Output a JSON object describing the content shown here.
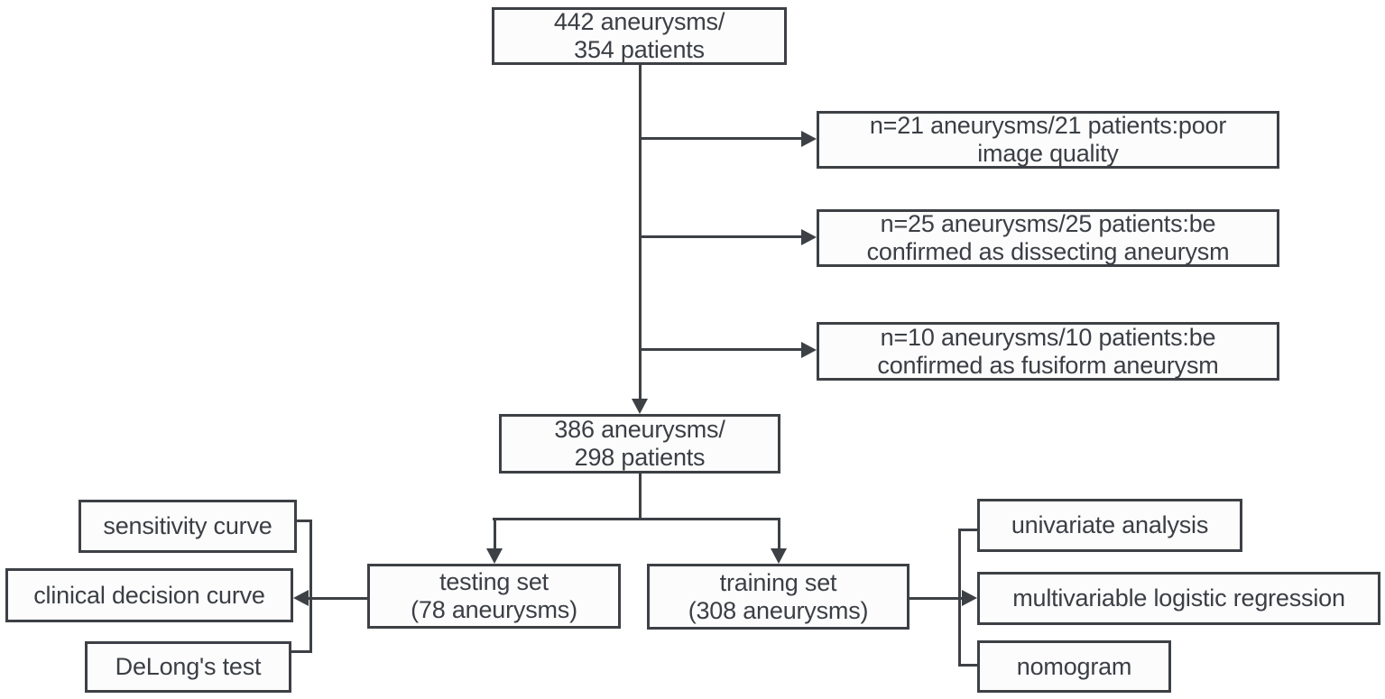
{
  "colors": {
    "line": "#3d4045",
    "text": "#3b3e44",
    "box_fill": "#fcfcfc",
    "background": "#ffffff"
  },
  "flowchart": {
    "nodes": {
      "total": {
        "line1": "442 aneurysms/",
        "line2": "354 patients"
      },
      "excl_poor_quality": {
        "line1": "n=21 aneurysms/21 patients:poor",
        "line2": "image quality"
      },
      "excl_dissecting": {
        "line1": "n=25 aneurysms/25 patients:be",
        "line2": "confirmed as dissecting aneurysm"
      },
      "excl_fusiform": {
        "line1": "n=10 aneurysms/10 patients:be",
        "line2": "confirmed as fusiform aneurysm"
      },
      "included": {
        "line1": "386 aneurysms/",
        "line2": "298 patients"
      },
      "testing_set": {
        "line1": "testing set",
        "line2": "(78 aneurysms)"
      },
      "training_set": {
        "line1": "training set",
        "line2": "(308 aneurysms)"
      },
      "sensitivity_curve": {
        "label": "sensitivity curve"
      },
      "clinical_decision_curve": {
        "label": "clinical decision curve"
      },
      "delong_test": {
        "label": "DeLong's test"
      },
      "univariate_analysis": {
        "label": "univariate analysis"
      },
      "multivariable_logistic_regression": {
        "label": "multivariable logistic regression"
      },
      "nomogram": {
        "label": "nomogram"
      }
    }
  }
}
